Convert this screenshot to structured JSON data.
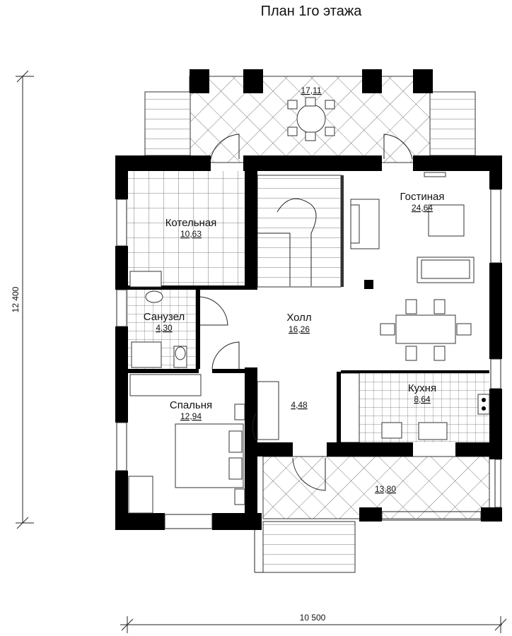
{
  "title": "План 1го этажа",
  "dimensions": {
    "height": "12 400",
    "width": "10 500"
  },
  "rooms": {
    "terrace_top": {
      "area": "17,11"
    },
    "boiler": {
      "name": "Котельная",
      "area": "10,63"
    },
    "living": {
      "name": "Гостиная",
      "area": "24,64"
    },
    "bathroom": {
      "name": "Санузел",
      "area": "4,30"
    },
    "hall": {
      "name": "Холл",
      "area": "16,26"
    },
    "corridor": {
      "area": "4,48"
    },
    "kitchen": {
      "name": "Кухня",
      "area": "8,64"
    },
    "bedroom": {
      "name": "Спальня",
      "area": "12,94"
    },
    "terrace_bottom": {
      "area": "13,80"
    }
  }
}
